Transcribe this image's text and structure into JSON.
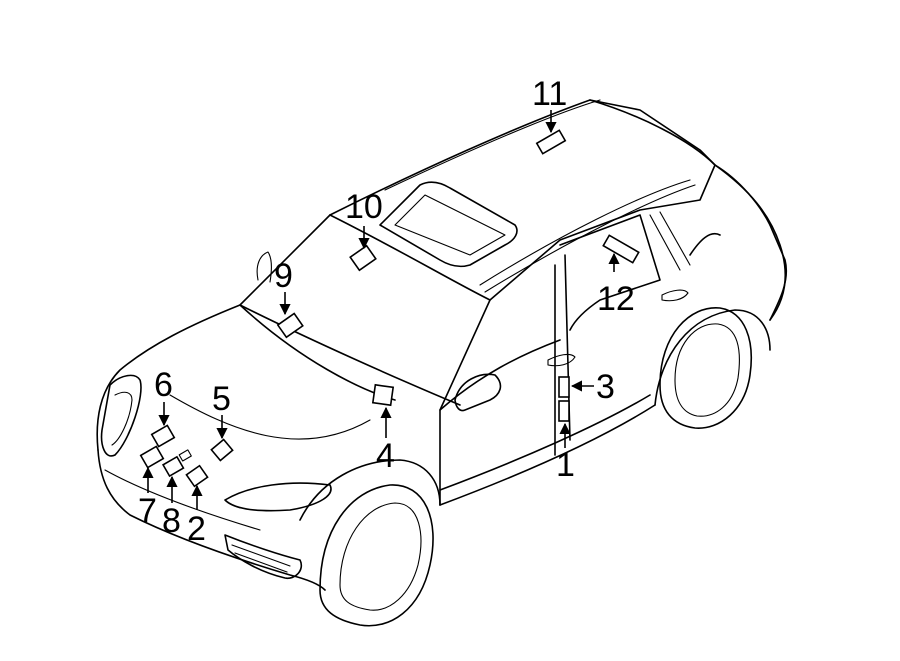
{
  "callouts": [
    {
      "id": "1",
      "text": "1"
    },
    {
      "id": "2",
      "text": "2"
    },
    {
      "id": "3",
      "text": "3"
    },
    {
      "id": "4",
      "text": "4"
    },
    {
      "id": "5",
      "text": "5"
    },
    {
      "id": "6",
      "text": "6"
    },
    {
      "id": "7",
      "text": "7"
    },
    {
      "id": "8",
      "text": "8"
    },
    {
      "id": "9",
      "text": "9"
    },
    {
      "id": "10",
      "text": "10"
    },
    {
      "id": "11",
      "text": "11"
    },
    {
      "id": "12",
      "text": "12"
    }
  ],
  "colors": {
    "line": "#000000",
    "background": "#ffffff"
  }
}
